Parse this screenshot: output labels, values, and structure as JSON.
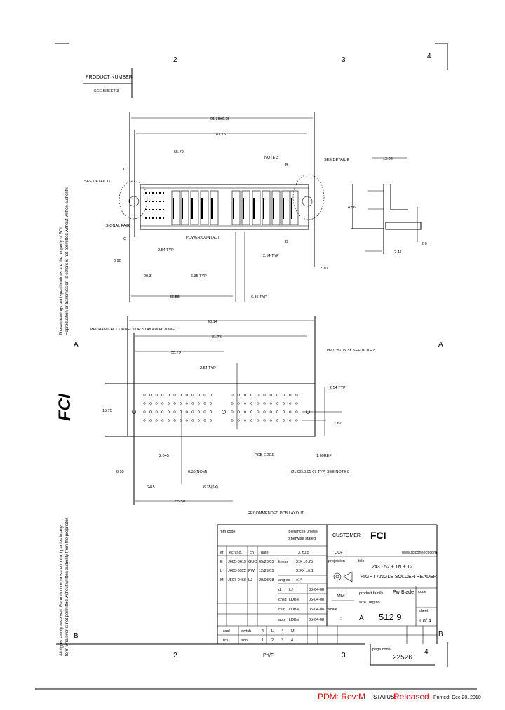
{
  "frame": {
    "col_labels_top": [
      "2",
      "3",
      "4"
    ],
    "col_labels_bottom": [
      "2",
      "Prt/F",
      "3",
      "22526",
      "4"
    ],
    "row_labels": [
      "A",
      "A",
      "B",
      "B"
    ],
    "page_code_label": "page code"
  },
  "product_number": {
    "title": "PRODUCT NUMBER",
    "value": "SEE SHEET 3"
  },
  "side_notes": {
    "top": [
      "These drawings and specifications are the property of FCI.",
      "Reproduction or transmission to others is not permitted without written authority."
    ],
    "bottom": [
      "All rights strictly reserved. Reproduction or issue to third parties in any",
      "form whatever is not permitted without written authority from the proprietor."
    ],
    "logo": "FCI"
  },
  "top_view": {
    "dims": [
      "91.38±0.25",
      "81.76",
      "55.79",
      "2.54 TYP",
      "0.90",
      "29.3",
      "6.35 TYP",
      "55.58",
      "6.35 TYP",
      "2.54 TYP",
      "2.70",
      "SIGNAL PAIR",
      "POWER CONTACT"
    ],
    "callouts": [
      "SEE DETAIL D",
      "SEE DETAIL E",
      "NOTE 3"
    ],
    "section_marks": [
      "C",
      "C",
      "B",
      "B"
    ]
  },
  "side_view": {
    "dims": [
      "13.02",
      "4.56",
      "2.41",
      "2.0"
    ]
  },
  "pcb_layout": {
    "title": "RECOMMENDED PCB LAYOUT",
    "dims": [
      "90.14",
      "81.76",
      "55.79",
      "2.54 TYP",
      "15.75",
      "2.54 TYP",
      "7.62",
      "2.045",
      "6.59",
      "6.35(NOM)",
      "24.5",
      "6.35(6X)",
      "55.50",
      "1.60REF"
    ],
    "notes": [
      "MECHANICAL CONNECTOR STAY AWAY ZONE",
      "Ø2.0 ±0.05 3X SEE NOTE 8",
      "PCB EDGE",
      "Ø1.02±0.05 67 TYP. SEE NOTE 8"
    ]
  },
  "title_block": {
    "mm_code": "mm code",
    "tolerances": [
      "tolerances unless",
      "otherwise stated"
    ],
    "headers": [
      "ltr",
      "ecn no.",
      "ch",
      "date"
    ],
    "linear_header": "X ±0.5",
    "revisions": [
      {
        "ltr": "E",
        "ecn": "J605-0615",
        "ch": "GUC",
        "date": "05/26/05",
        "tol_label": "linear",
        "tol": "X.X ±0.25"
      },
      {
        "ltr": "L",
        "ecn": "J605-0922",
        "ch": "PW",
        "date": "12/29/05",
        "tol_label": "",
        "tol": "X.XX ±0.1"
      },
      {
        "ltr": "M",
        "ecn": "J507-0468",
        "ch": "LJ",
        "date": "20/08/08",
        "tol_label": "angles",
        "tol": "±1°"
      }
    ],
    "approvals": [
      {
        "role": "dr",
        "name": "LJ",
        "date": "05-04-08"
      },
      {
        "role": "chkd",
        "name": "LDBM",
        "date": "05-04-08"
      },
      {
        "role": "ckm",
        "name": "LDBM",
        "date": "05-04-08"
      },
      {
        "role": "appr",
        "name": "LDBM",
        "date": "05-04-08"
      }
    ],
    "bottom_rows": [
      [
        "scal",
        "swtch",
        "4",
        "L",
        "4",
        "M"
      ],
      [
        "rcs",
        "sool",
        "1",
        "2",
        "3",
        "4"
      ]
    ],
    "customer": "CUSTOMER",
    "qcft": "QCFT",
    "website": "www.fciconnect.com",
    "projection": "projection",
    "title_label": "title",
    "title_line1": "243 - 52 + 1N + 12",
    "title_line2": "RIGHT ANGLE SOLDER HEADER",
    "units": "MM",
    "product_family_label": "product family",
    "product_family": "PwrBlade",
    "code_label": "code",
    "size_label": "size",
    "drg_no_label": "drg no",
    "scale_label": "scale",
    "scale": ":",
    "size": "A",
    "drg_no": "512 9",
    "sheet_label": "sheet",
    "sheet": "1 of 4"
  },
  "footer": {
    "pdm": "PDM: Rev:M",
    "status_label": "STATUS:",
    "status": "Released",
    "printed": "Printed: Dec 20, 2010"
  }
}
